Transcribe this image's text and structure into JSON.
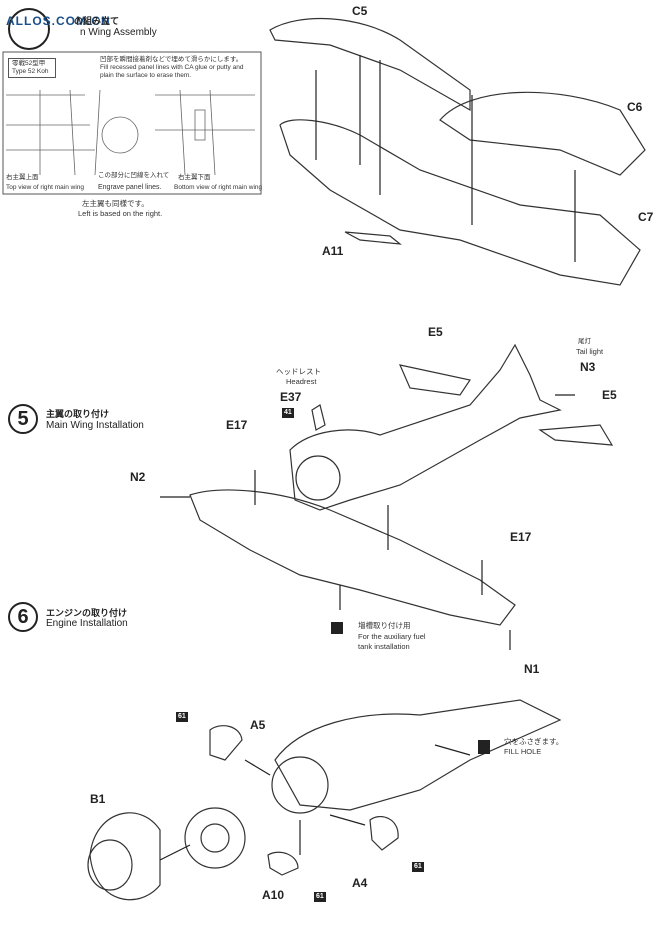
{
  "watermark": {
    "text": "ALLOS.COM.CN"
  },
  "step4": {
    "title_jp": "の組み立て",
    "title_en": "n Wing Assembly",
    "type_tag_jp": "零戦52型甲",
    "type_tag_en": "Type 52 Koh",
    "note_fill": "凹部を瞬間接着剤などで埋めて滑らかにします。Fill recessed panel lines with CA glue or putty and plain the surface to erase them.",
    "note_engrave_jp": "この部分に凹線を入れて",
    "note_engrave_en": "Engrave panel lines.",
    "top_view_jp": "右主翼上面",
    "top_view_en": "Top view of right main wing",
    "bottom_view_jp": "右主翼下面",
    "bottom_view_en": "Bottom view of right main wing",
    "left_note_jp": "左主翼も同様です。",
    "left_note_en": "Left is based on the right.",
    "parts": {
      "c5": "C5",
      "c6": "C6",
      "c7": "C7",
      "a11": "A11"
    }
  },
  "step5": {
    "number": "5",
    "title_jp": "主翼の取り付け",
    "title_en": "Main Wing Installation",
    "headrest_jp": "ヘッドレスト",
    "headrest_en": "Headrest",
    "tail_light_jp": "尾灯",
    "tail_light_en": "Tail light",
    "badge_41": "41",
    "aux_note_jp": "増槽取り付け用",
    "aux_note_en1": "For the auxiliary fuel",
    "aux_note_en2": "tank installation",
    "parts": {
      "e5_top": "E5",
      "e5_right": "E5",
      "e37": "E37",
      "n3": "N3",
      "e17_left": "E17",
      "e17_right": "E17",
      "n2": "N2",
      "n1": "N1"
    }
  },
  "step6": {
    "number": "6",
    "title_jp": "エンジンの取り付け",
    "title_en": "Engine Installation",
    "fill_hole_jp": "穴をふさぎます。",
    "fill_hole_en": "FILL HOLE",
    "badge_61": "61",
    "parts": {
      "a5": "A5",
      "b1": "B1",
      "a10": "A10",
      "a4": "A4"
    }
  }
}
